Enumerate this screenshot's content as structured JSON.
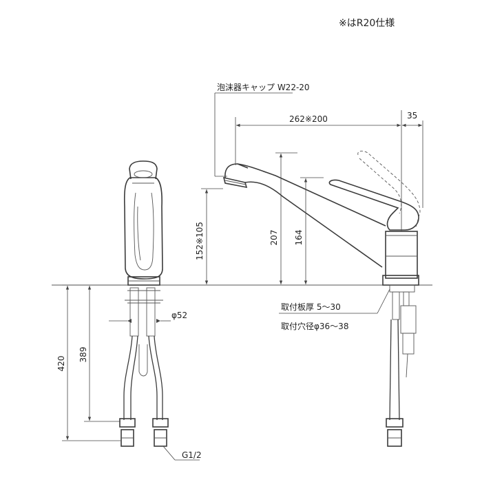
{
  "note": "※はR20仕様",
  "labels": {
    "aerator_cap": "泡沫器キャップ W22-20",
    "spout_reach": "262※200",
    "lever_offset": "35",
    "spout_height": "152※105",
    "body_height": "207",
    "body_lever_height": "164",
    "shank_dia": "φ52",
    "deck_thickness": "取付板厚 5〜30",
    "hole_dia": "取付穴径φ36〜38",
    "hose_length_total": "420",
    "hose_length": "389",
    "thread_size": "G1/2"
  }
}
